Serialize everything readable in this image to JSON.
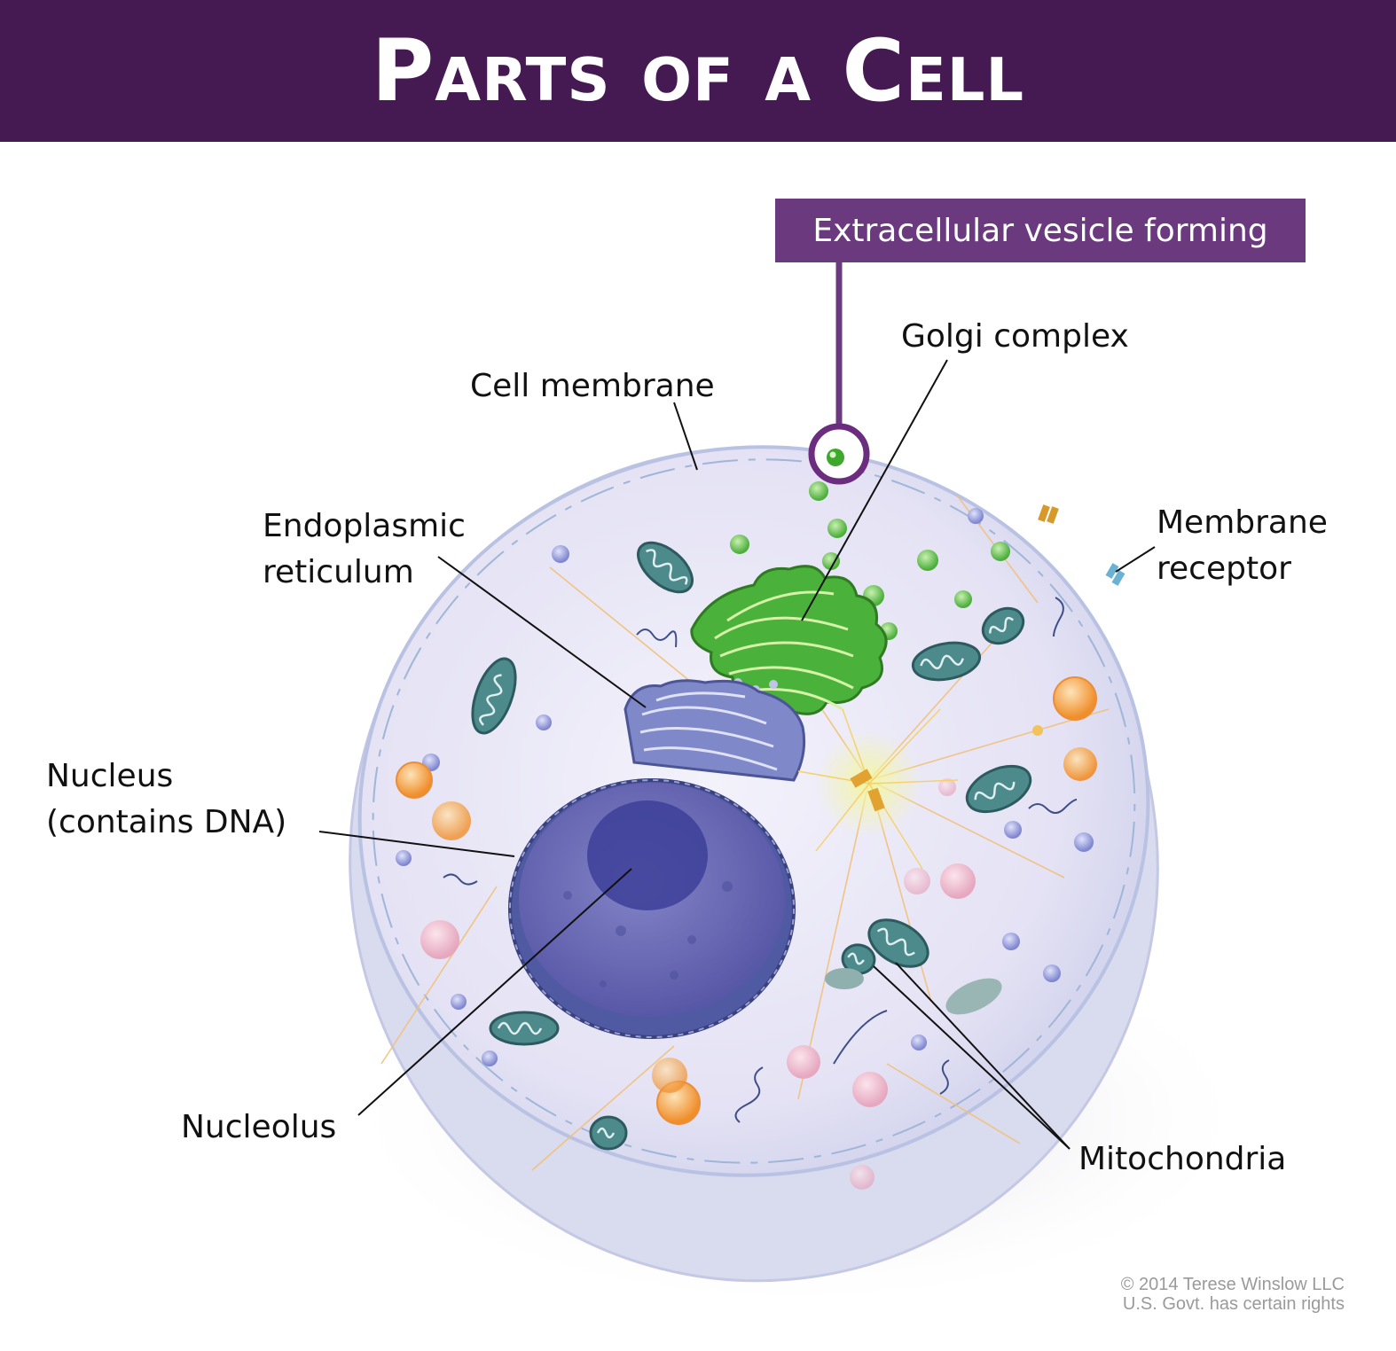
{
  "title": "Parts of a Cell",
  "colors": {
    "header_bg": "#451a52",
    "callout_bg": "#6b3a7e",
    "callout_ring": "#6b2d7d",
    "cytoplasm": "#e8e6f6",
    "nucleus": "#6f6fb8",
    "golgi": "#3ea82c",
    "mitochondria": "#3f7a7e"
  },
  "labels": {
    "extracellular_vesicle": "Extracellular vesicle forming",
    "golgi_complex": "Golgi complex",
    "cell_membrane": "Cell membrane",
    "endoplasmic_reticulum": [
      "Endoplasmic",
      "reticulum"
    ],
    "membrane_receptor": [
      "Membrane",
      "receptor"
    ],
    "nucleus": [
      "Nucleus",
      "(contains DNA)"
    ],
    "nucleolus": "Nucleolus",
    "mitochondria": "Mitochondria"
  },
  "credit": [
    "© 2014 Terese Winslow LLC",
    "U.S. Govt. has certain rights"
  ],
  "icons": {
    "cell": "cell-illustration",
    "vesicle": "vesicle-ring-icon"
  }
}
